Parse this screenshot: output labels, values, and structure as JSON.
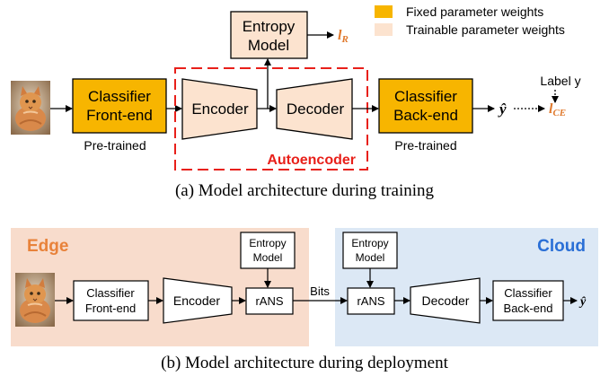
{
  "legend": {
    "fixed": "Fixed parameter weights",
    "trainable": "Trainable parameter weights"
  },
  "colors": {
    "fixed": "#F7B500",
    "trainable": "#FCE3CF",
    "edge_bg": "#F8DCCC",
    "cloud_bg": "#DCE8F5",
    "autoencoder": "#E8201A",
    "loss": "#E07A2E",
    "edge_label": "#E8823A",
    "cloud_label": "#2A6FD6"
  },
  "top": {
    "entropy_line1": "Entropy",
    "entropy_line2": "Model",
    "loss_r_base": "l",
    "loss_r_sub": "R",
    "front_line1": "Classifier",
    "front_line2": "Front-end",
    "encoder": "Encoder",
    "decoder": "Decoder",
    "back_line1": "Classifier",
    "back_line2": "Back-end",
    "pretrained_left": "Pre-trained",
    "pretrained_right": "Pre-trained",
    "autoencoder": "Autoencoder",
    "label_y": "Label y",
    "yhat": "ŷ",
    "loss_ce_base": "l",
    "loss_ce_sub": "CE",
    "caption": "(a) Model architecture during training"
  },
  "bottom": {
    "edge": "Edge",
    "cloud": "Cloud",
    "entropy_line1": "Entropy",
    "entropy_line2": "Model",
    "front_line1": "Classifier",
    "front_line2": "Front-end",
    "encoder": "Encoder",
    "rans_edge": "rANS",
    "bits": "Bits",
    "rans_cloud": "rANS",
    "decoder": "Decoder",
    "back_line1": "Classifier",
    "back_line2": "Back-end",
    "yhat": "ŷ",
    "caption": "(b) Model architecture during deployment"
  }
}
